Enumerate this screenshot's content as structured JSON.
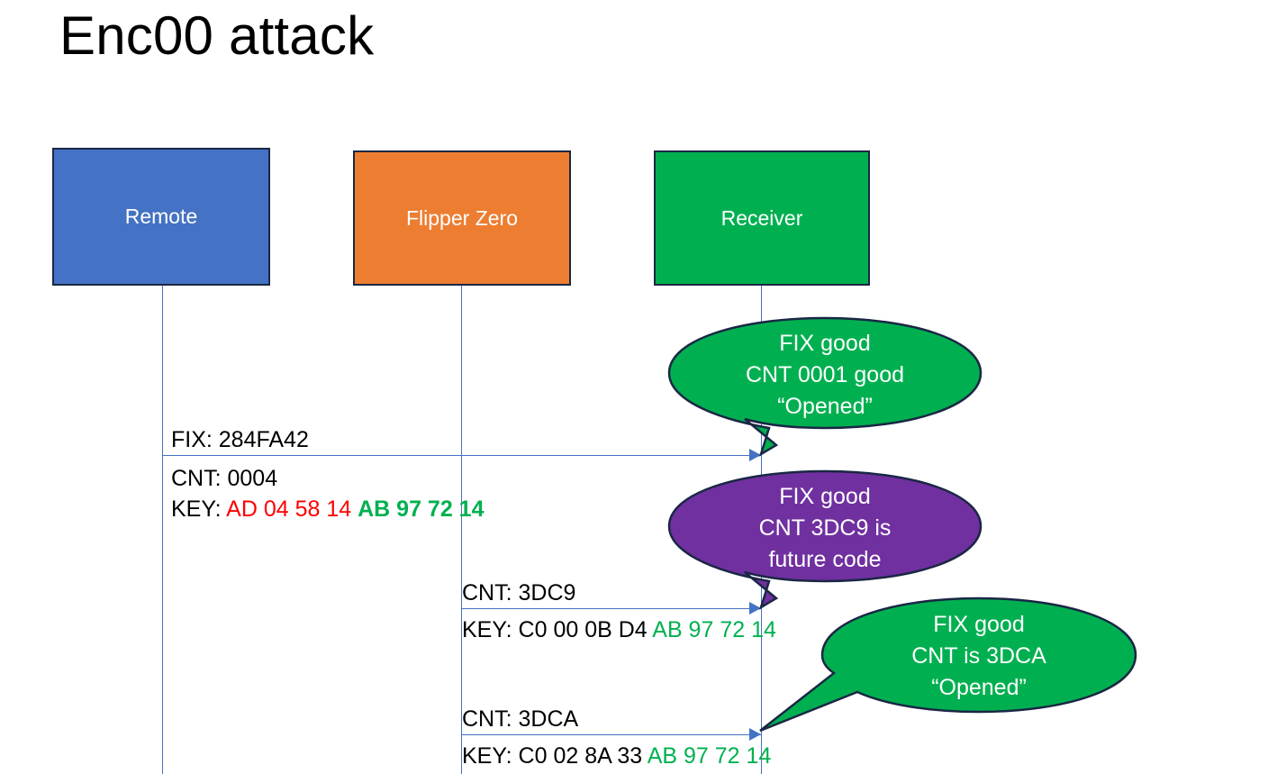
{
  "slide": {
    "title": "Enc00 attack"
  },
  "actors": [
    {
      "id": "remote",
      "label": "Remote",
      "color": "#4472C4"
    },
    {
      "id": "flipper",
      "label": "Flipper Zero",
      "color": "#ED7D31"
    },
    {
      "id": "receiver",
      "label": "Receiver",
      "color": "#00B050"
    }
  ],
  "messages": [
    {
      "id": "msg-1",
      "from": "remote",
      "to": "receiver",
      "fix_label": "FIX: 284FA42",
      "cnt_label": "CNT: 0004",
      "key_prefix": "KEY:",
      "key_rolling": "AD 04 58 14",
      "key_fixed": "AB 97 72 14"
    },
    {
      "id": "msg-2",
      "from": "flipper",
      "to": "receiver",
      "cnt_label": "CNT: 3DC9",
      "key_prefix": "KEY: C0 00 0B D4",
      "key_fixed": "AB 97 72 14"
    },
    {
      "id": "msg-3",
      "from": "flipper",
      "to": "receiver",
      "cnt_label": "CNT: 3DCA",
      "key_prefix": "KEY: C0 02 8A 33",
      "key_fixed": "AB 97 72 14"
    }
  ],
  "bubbles": [
    {
      "id": "bubble-1",
      "color": "#00B050",
      "line1": "FIX good",
      "line2": "CNT 0001 good",
      "line3": "“Opened”"
    },
    {
      "id": "bubble-2",
      "color": "#7030A0",
      "line1": "FIX good",
      "line2": "CNT 3DC9 is",
      "line3": "future code"
    },
    {
      "id": "bubble-3",
      "color": "#00B050",
      "line1": "FIX good",
      "line2": "CNT is 3DCA",
      "line3": "“Opened”"
    }
  ],
  "colors": {
    "accent_blue": "#4472C4",
    "accent_orange": "#ED7D31",
    "accent_green": "#00B050",
    "accent_purple": "#7030A0",
    "highlight_red": "#FF0000",
    "outline_navy": "#1a2744"
  }
}
